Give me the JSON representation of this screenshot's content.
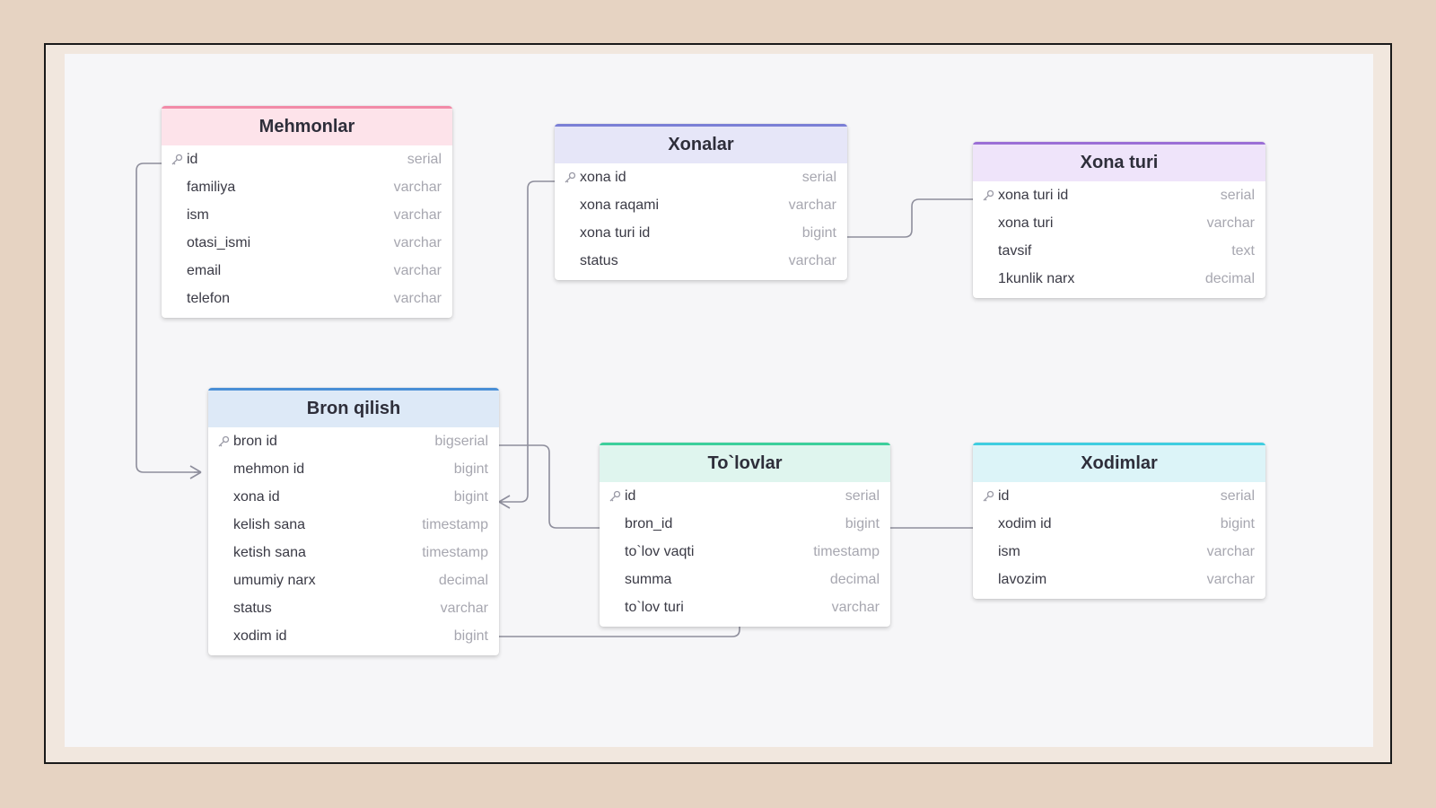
{
  "tables": {
    "mehmonlar": {
      "title": "Mehmonlar",
      "color": "#f28ba8",
      "header_bg": "#fde3ea",
      "fields": [
        {
          "name": "id",
          "type": "serial",
          "pk": true
        },
        {
          "name": "familiya",
          "type": "varchar"
        },
        {
          "name": "ism",
          "type": "varchar"
        },
        {
          "name": "otasi_ismi",
          "type": "varchar"
        },
        {
          "name": "email",
          "type": "varchar"
        },
        {
          "name": "telefon",
          "type": "varchar"
        }
      ]
    },
    "xonalar": {
      "title": "Xonalar",
      "color": "#7b7fd6",
      "header_bg": "#e6e6f8",
      "fields": [
        {
          "name": "xona id",
          "type": "serial",
          "pk": true
        },
        {
          "name": "xona raqami",
          "type": "varchar"
        },
        {
          "name": "xona turi id",
          "type": "bigint"
        },
        {
          "name": "status",
          "type": "varchar"
        }
      ]
    },
    "xona_turi": {
      "title": "Xona turi",
      "color": "#9b6fd6",
      "header_bg": "#efe4fa",
      "fields": [
        {
          "name": "xona turi id",
          "type": "serial",
          "pk": true
        },
        {
          "name": "xona turi",
          "type": "varchar"
        },
        {
          "name": "tavsif",
          "type": "text"
        },
        {
          "name": "1kunlik narx",
          "type": "decimal"
        }
      ]
    },
    "bron_qilish": {
      "title": "Bron qilish",
      "color": "#4a8fd6",
      "header_bg": "#dde9f7",
      "fields": [
        {
          "name": "bron id",
          "type": "bigserial",
          "pk": true
        },
        {
          "name": "mehmon id",
          "type": "bigint"
        },
        {
          "name": "xona id",
          "type": "bigint"
        },
        {
          "name": "kelish sana",
          "type": "timestamp"
        },
        {
          "name": "ketish sana",
          "type": "timestamp"
        },
        {
          "name": "umumiy narx",
          "type": "decimal"
        },
        {
          "name": "status",
          "type": "varchar"
        },
        {
          "name": "xodim id",
          "type": "bigint"
        }
      ]
    },
    "tolovlar": {
      "title": "To`lovlar",
      "color": "#3ccf9b",
      "header_bg": "#dff5ee",
      "fields": [
        {
          "name": "id",
          "type": "serial",
          "pk": true
        },
        {
          "name": "bron_id",
          "type": "bigint"
        },
        {
          "name": "to`lov vaqti",
          "type": "timestamp"
        },
        {
          "name": "summa",
          "type": "decimal"
        },
        {
          "name": "to`lov turi",
          "type": "varchar"
        }
      ]
    },
    "xodimlar": {
      "title": "Xodimlar",
      "color": "#3fcde0",
      "header_bg": "#dcf4f8",
      "fields": [
        {
          "name": "id",
          "type": "serial",
          "pk": true
        },
        {
          "name": "xodim id",
          "type": "bigint"
        },
        {
          "name": "ism",
          "type": "varchar"
        },
        {
          "name": "lavozim",
          "type": "varchar"
        }
      ]
    }
  }
}
